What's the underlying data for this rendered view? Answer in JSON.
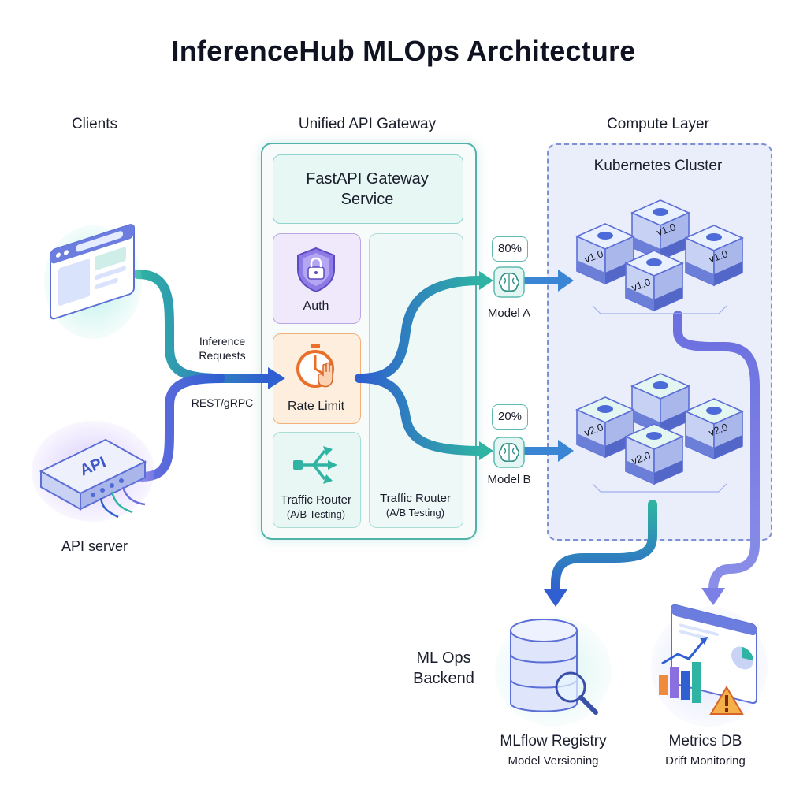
{
  "title": "InferenceHub MLOps Architecture",
  "columns": {
    "clients": "Clients",
    "gateway": "Unified API Gateway",
    "compute": "Compute Layer"
  },
  "clients": {
    "api_icon_text": "API",
    "api_label": "API server"
  },
  "edge_labels": {
    "inference_line1": "Inference",
    "inference_line2": "Requests",
    "protocol": "REST/gRPC"
  },
  "gateway": {
    "service_line1": "FastAPI Gateway",
    "service_line2": "Service",
    "auth": "Auth",
    "rate_limit": "Rate Limit",
    "traffic_left_line1": "Traffic Router",
    "traffic_left_line2": "(A/B Testing)",
    "traffic_right_line1": "Traffic Router",
    "traffic_right_line2": "(A/B Testing)"
  },
  "routing": {
    "model_a_pct": "80%",
    "model_a_label": "Model A",
    "model_b_pct": "20%",
    "model_b_label": "Model B"
  },
  "compute": {
    "cluster_label": "Kubernetes Cluster",
    "version_a": "v1.0",
    "version_b": "v2.0"
  },
  "backend": {
    "section_line1": "ML Ops",
    "section_line2": "Backend",
    "registry_title": "MLflow Registry",
    "registry_sub": "Model Versioning",
    "metrics_title": "Metrics DB",
    "metrics_sub": "Drift Monitoring"
  },
  "colors": {
    "teal": "#2fb3a3",
    "blue": "#2f5fd0",
    "purple": "#6b6fe0",
    "orange": "#f08a3c",
    "violet": "#8b6fe0"
  }
}
